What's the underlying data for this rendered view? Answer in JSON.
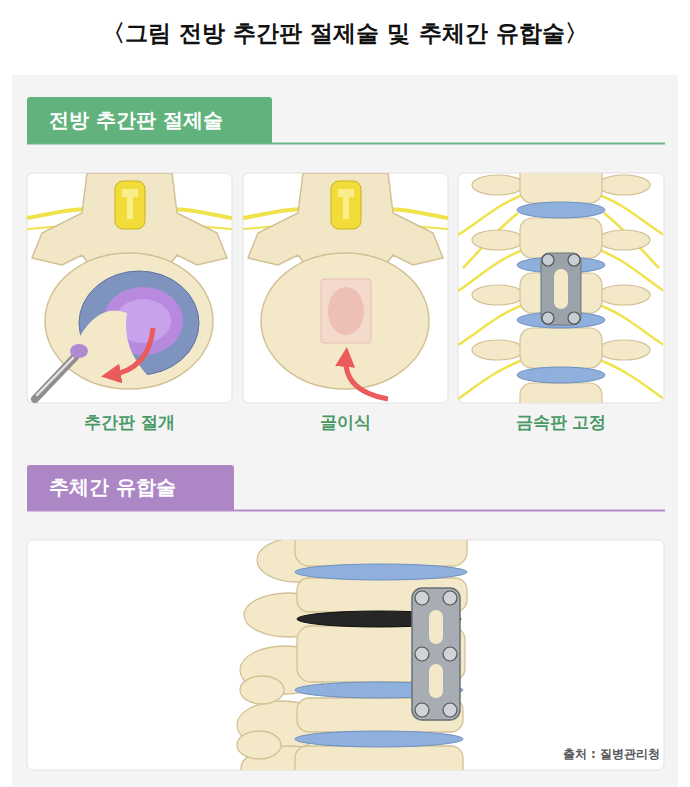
{
  "diagram": {
    "title": "〈그림 전방 추간판 절제술 및 추체간 유합술〉",
    "nodes": [
      {
        "text": [
          "전방 추간판 절제술"
        ]
      },
      {
        "text": [
          "추간판 절개"
        ]
      },
      {
        "text": [
          "골이식"
        ]
      },
      {
        "text": [
          "금속판 고정"
        ]
      },
      {
        "text": [
          "추체간 유합술"
        ]
      }
    ],
    "labels": [
      "출처 : 질병관리청"
    ]
  }
}
